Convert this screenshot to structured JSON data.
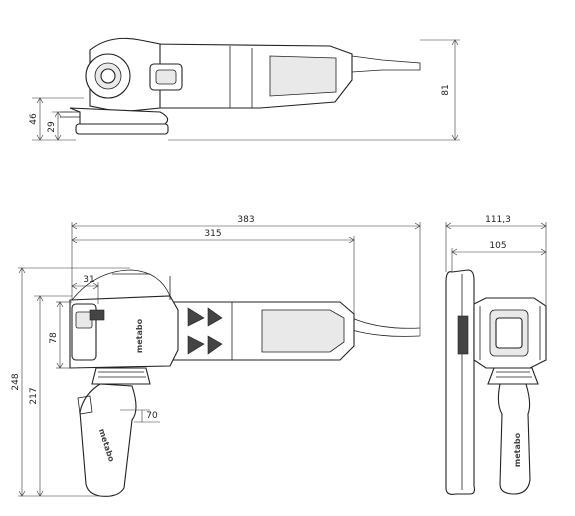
{
  "dimensions": {
    "top_height_total": "81",
    "top_height_46": "46",
    "top_height_29": "29",
    "length_total": "383",
    "length_body": "315",
    "guard_offset": "31",
    "body_height": "78",
    "side_height_total": "248",
    "side_height_217": "217",
    "handle_70": "70",
    "front_width_total": "111,3",
    "front_width_105": "105"
  },
  "brand_text": "metabo"
}
